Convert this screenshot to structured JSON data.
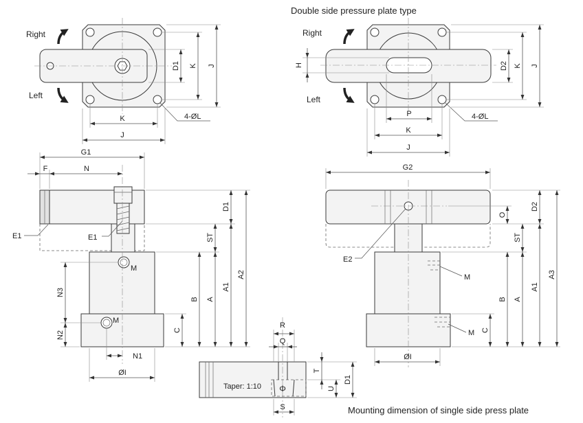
{
  "header": {
    "title": "Double side pressure plate type"
  },
  "top_single_view": {
    "right_label": "Right",
    "left_label": "Left",
    "d1": "D1",
    "k_vertical": "K",
    "j_vertical": "J",
    "k_horizontal": "K",
    "j_horizontal": "J",
    "holes": "4-ØL"
  },
  "top_double_view": {
    "right_label": "Right",
    "left_label": "Left",
    "h": "H",
    "d2": "D2",
    "k_vertical": "K",
    "j_vertical": "J",
    "p": "P",
    "k_horizontal": "K",
    "j_horizontal": "J",
    "holes": "4-ØL"
  },
  "side_single_view": {
    "g1": "G1",
    "f": "F",
    "n": "N",
    "d1": "D1",
    "st": "ST",
    "a1": "A1",
    "a2": "A2",
    "e1_plate": "E1",
    "e1_screw": "E1",
    "m_upper": "M",
    "n3": "N3",
    "b": "B",
    "a": "A",
    "m_lower": "M",
    "n2": "N2",
    "c": "C",
    "n1": "N1",
    "diameter": "ØI"
  },
  "side_double_view": {
    "g2": "G2",
    "d2": "D2",
    "o": "O",
    "st": "ST",
    "e2": "E2",
    "m_upper": "M",
    "b": "B",
    "a": "A",
    "a1": "A1",
    "a3": "A3",
    "m_lower": "M",
    "c": "C",
    "diameter": "ØI"
  },
  "plate_mounting_detail": {
    "r": "R",
    "q": "Q",
    "t": "T",
    "d1": "D1",
    "u": "U",
    "taper": "Taper: 1:10",
    "phi": "Φ",
    "s": "S",
    "caption": "Mounting dimension of single side press plate"
  },
  "icons": {
    "rotate_right": "rotate-clockwise-arrow-icon",
    "rotate_left": "rotate-counterclockwise-arrow-icon"
  },
  "colors": {
    "line": "#3a3a3a",
    "part_fill": "#f3f3f3",
    "arrow": "#222222"
  }
}
